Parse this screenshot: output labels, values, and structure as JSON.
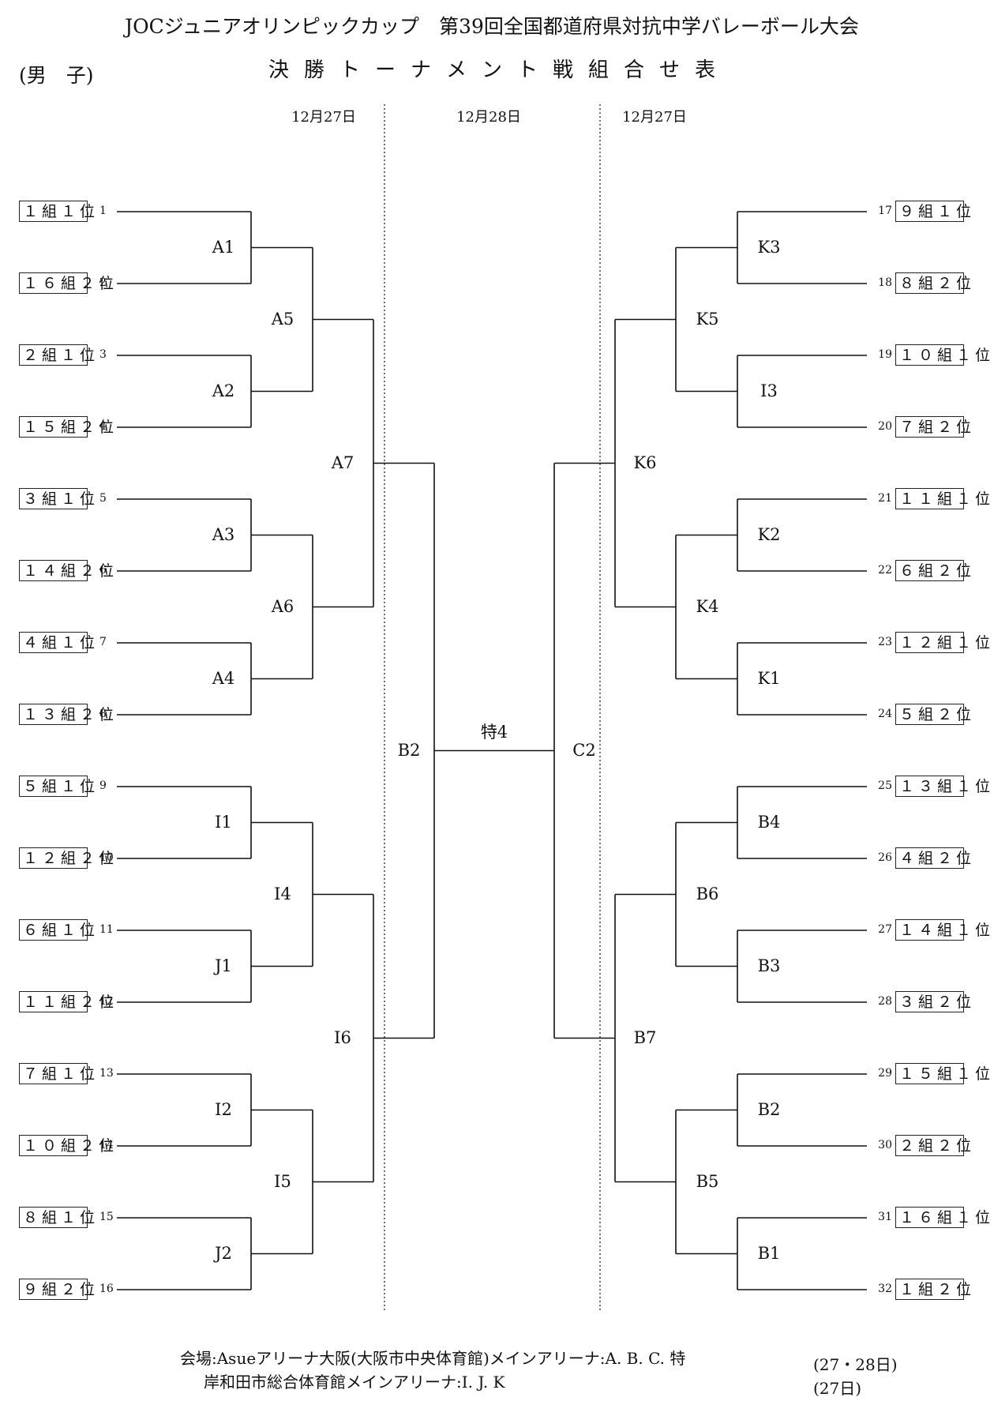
{
  "header": {
    "title_line1": "JOCジュニアオリンピックカップ　第39回全国都道府県対抗中学バレーボール大会",
    "title_line2": "決勝トーナメント戦組合せ表",
    "gender": "(男　子)"
  },
  "dates": {
    "left": "12月27日",
    "center": "12月28日",
    "right": "12月27日"
  },
  "left_teams": [
    {
      "seed": "1",
      "team": "１組１位"
    },
    {
      "seed": "2",
      "team": "１６組２位"
    },
    {
      "seed": "3",
      "team": "２組１位"
    },
    {
      "seed": "4",
      "team": "１５組２位"
    },
    {
      "seed": "5",
      "team": "３組１位"
    },
    {
      "seed": "6",
      "team": "１４組２位"
    },
    {
      "seed": "7",
      "team": "４組１位"
    },
    {
      "seed": "8",
      "team": "１３組２位"
    },
    {
      "seed": "9",
      "team": "５組１位"
    },
    {
      "seed": "10",
      "team": "１２組２位"
    },
    {
      "seed": "11",
      "team": "６組１位"
    },
    {
      "seed": "12",
      "team": "１１組２位"
    },
    {
      "seed": "13",
      "team": "７組１位"
    },
    {
      "seed": "14",
      "team": "１０組２位"
    },
    {
      "seed": "15",
      "team": "８組１位"
    },
    {
      "seed": "16",
      "team": "９組２位"
    }
  ],
  "right_teams": [
    {
      "seed": "17",
      "team": "９組１位"
    },
    {
      "seed": "18",
      "team": "８組２位"
    },
    {
      "seed": "19",
      "team": "１０組１位"
    },
    {
      "seed": "20",
      "team": "７組２位"
    },
    {
      "seed": "21",
      "team": "１１組１位"
    },
    {
      "seed": "22",
      "team": "６組２位"
    },
    {
      "seed": "23",
      "team": "１２組１位"
    },
    {
      "seed": "24",
      "team": "５組２位"
    },
    {
      "seed": "25",
      "team": "１３組１位"
    },
    {
      "seed": "26",
      "team": "４組２位"
    },
    {
      "seed": "27",
      "team": "１４組１位"
    },
    {
      "seed": "28",
      "team": "３組２位"
    },
    {
      "seed": "29",
      "team": "１５組１位"
    },
    {
      "seed": "30",
      "team": "２組２位"
    },
    {
      "seed": "31",
      "team": "１６組１位"
    },
    {
      "seed": "32",
      "team": "１組２位"
    }
  ],
  "left_matches": {
    "r1": [
      "A1",
      "A2",
      "A3",
      "A4",
      "I1",
      "J1",
      "I2",
      "J2"
    ],
    "r2": [
      "A5",
      "A6",
      "I4",
      "I5"
    ],
    "r3": [
      "A7",
      "I6"
    ],
    "r4": "B2"
  },
  "right_matches": {
    "r1": [
      "K3",
      "I3",
      "K2",
      "K1",
      "B4",
      "B3",
      "B2",
      "B1"
    ],
    "r2": [
      "K5",
      "K4",
      "B6",
      "B5"
    ],
    "r3": [
      "K6",
      "B7"
    ],
    "r4": "C2"
  },
  "final_match": "特4",
  "footer": {
    "venue1": "会場:Asueアリーナ大阪(大阪市中央体育館)メインアリーナ:A. B. C. 特",
    "venue1_days": "(27・28日)",
    "venue2": "岸和田市総合体育館メインアリーナ:I. J. K",
    "venue2_days": "(27日)"
  }
}
